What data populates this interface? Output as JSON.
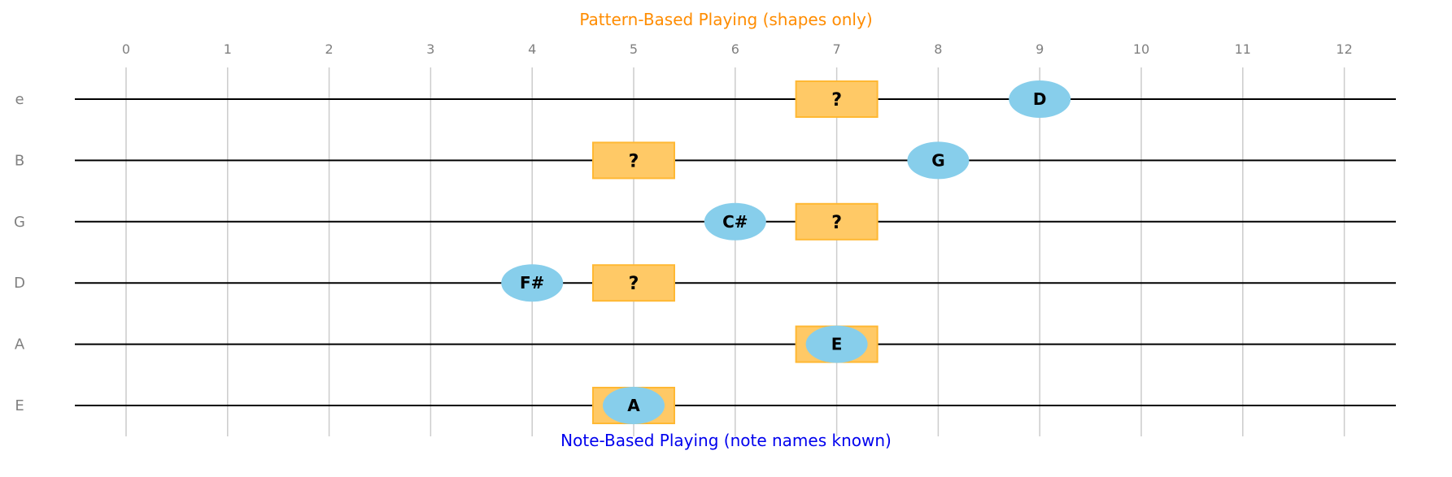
{
  "titles": {
    "top": "Pattern-Based Playing (shapes only)",
    "bottom": "Note-Based Playing (note names known)"
  },
  "colors": {
    "pattern_box": "#ffc966",
    "pattern_box_edge": "#ffb833",
    "note_ellipse": "#87ceeb",
    "title_top": "#ff8c00",
    "title_bottom": "#0000ee",
    "fret_line": "#cccccc",
    "string_line": "#000000",
    "label": "#808080"
  },
  "frets": [
    "0",
    "1",
    "2",
    "3",
    "4",
    "5",
    "6",
    "7",
    "8",
    "9",
    "10",
    "11",
    "12"
  ],
  "strings": [
    "e",
    "B",
    "G",
    "D",
    "A",
    "E"
  ],
  "pattern_marks": [
    {
      "string": "e",
      "fret": 7,
      "label": "?"
    },
    {
      "string": "B",
      "fret": 5,
      "label": "?"
    },
    {
      "string": "G",
      "fret": 7,
      "label": "?"
    },
    {
      "string": "D",
      "fret": 5,
      "label": "?"
    },
    {
      "string": "A",
      "fret": 7,
      "label": ""
    },
    {
      "string": "E",
      "fret": 5,
      "label": ""
    }
  ],
  "notes": [
    {
      "string": "e",
      "fret": 9,
      "label": "D"
    },
    {
      "string": "B",
      "fret": 8,
      "label": "G"
    },
    {
      "string": "G",
      "fret": 6,
      "label": "C#"
    },
    {
      "string": "D",
      "fret": 4,
      "label": "F#"
    },
    {
      "string": "A",
      "fret": 7,
      "label": "E"
    },
    {
      "string": "E",
      "fret": 5,
      "label": "A"
    }
  ]
}
